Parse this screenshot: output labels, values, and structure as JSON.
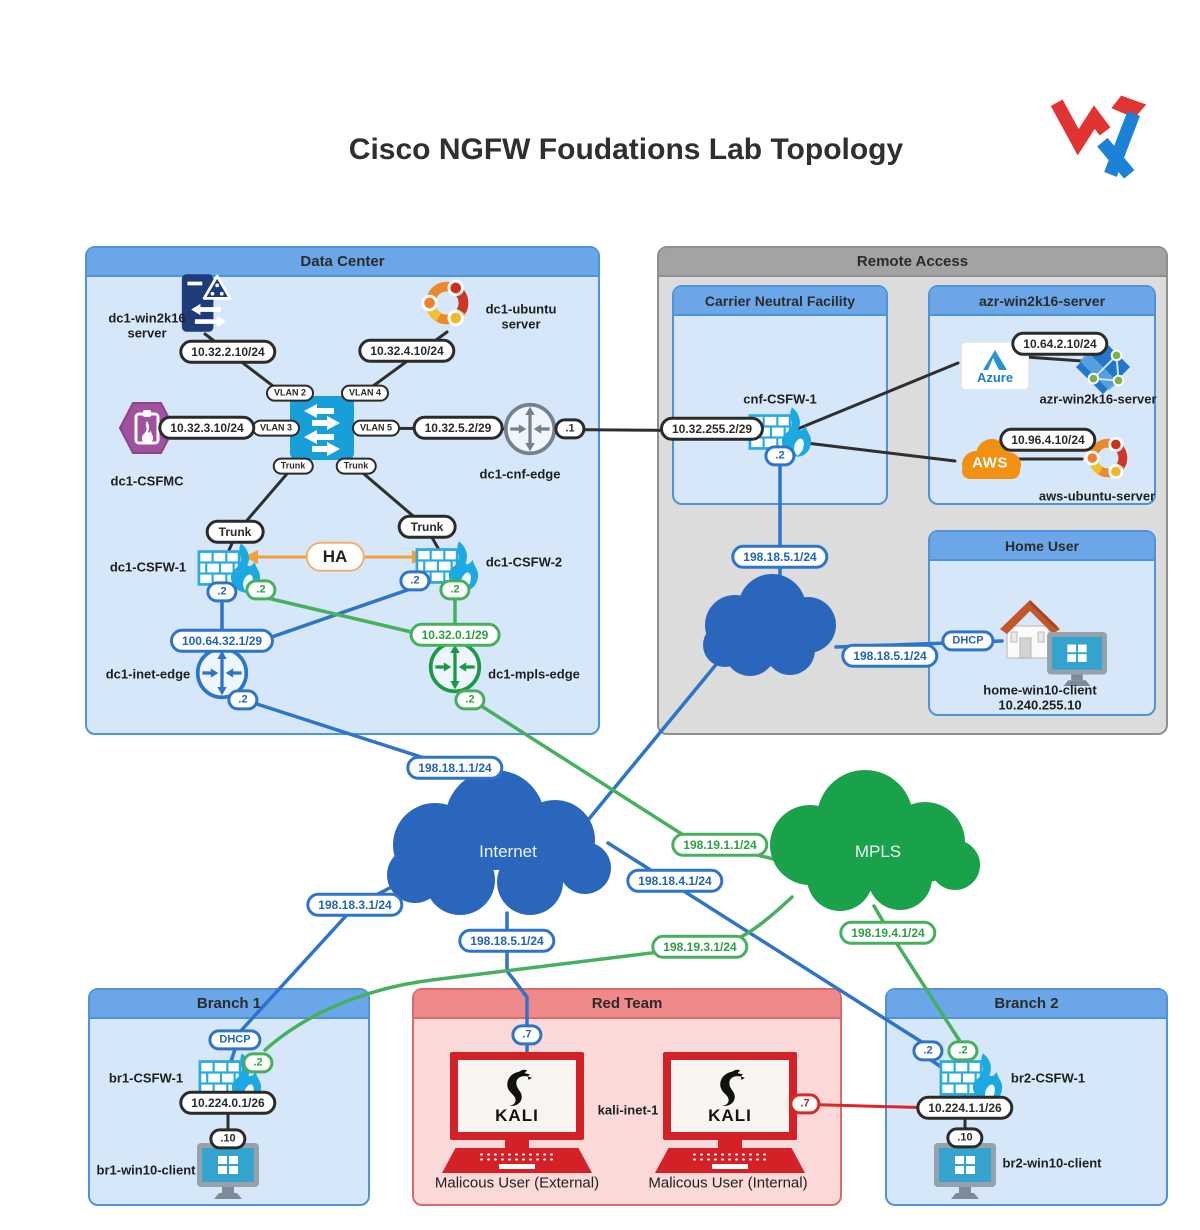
{
  "title": "Cisco NGFW Foudations Lab Topology",
  "badges": {
    "dot1": ".1",
    "dot2": ".2",
    "dot7": ".7",
    "dot10": ".10",
    "dhcp": "DHCP",
    "trunk": "Trunk",
    "ha": "HA"
  },
  "dc": {
    "title": "Data Center",
    "win2k16": {
      "name1": "dc1-win2k16",
      "name2": "server",
      "ip": "10.32.2.10/24",
      "vlan": "VLAN 2"
    },
    "ubuntu": {
      "name1": "dc1-ubuntu",
      "name2": "server",
      "ip": "10.32.4.10/24",
      "vlan": "VLAN 4"
    },
    "csfmc": {
      "name": "dc1-CSFMC",
      "ip": "10.32.3.10/24",
      "vlan": "VLAN 3"
    },
    "cnf_edge": {
      "name": "dc1-cnf-edge",
      "vlan": "VLAN 5",
      "ip": "10.32.5.2/29"
    },
    "csfw1": {
      "name": "dc1-CSFW-1"
    },
    "csfw2": {
      "name": "dc1-CSFW-2"
    },
    "inet_edge": {
      "name": "dc1-inet-edge",
      "subnet": "100.64.32.1/29"
    },
    "mpls_edge": {
      "name": "dc1-mpls-edge",
      "subnet": "10.32.0.1/29"
    }
  },
  "ra": {
    "title": "Remote Access",
    "cnf": {
      "title": "Carrier Neutral Facility",
      "name": "cnf-CSFW-1",
      "wan_ip": "10.32.255.2/29",
      "uplink": "198.18.5.1/24",
      "homelink": "198.18.5.1/24"
    },
    "azr": {
      "title": "azr-win2k16-server",
      "azure": "Azure",
      "vm_ip": "10.64.2.10/24",
      "vm_name": "azr-win2k16-server",
      "aws": "AWS",
      "aws_ip": "10.96.4.10/24",
      "aws_name": "aws-ubuntu-server"
    },
    "home": {
      "title": "Home User",
      "name": "home-win10-client",
      "ip": "10.240.255.10"
    }
  },
  "wan": {
    "internet": "Internet",
    "mpls": "MPLS",
    "inet_dc": "198.18.1.1/24",
    "inet_br1": "198.18.3.1/24",
    "inet_rt": "198.18.5.1/24",
    "inet_br2": "198.18.4.1/24",
    "mpls_dc": "198.19.1.1/24",
    "mpls_br1": "198.19.3.1/24",
    "mpls_br2": "198.19.4.1/24"
  },
  "br1": {
    "title": "Branch 1",
    "name": "br1-CSFW-1",
    "subnet": "10.224.0.1/26",
    "client": "br1-win10-client"
  },
  "rt": {
    "title": "Red Team",
    "kali": "KALI",
    "host": "kali-inet-1",
    "ext": "Malicous User (External)",
    "int": "Malicous User (Internal)"
  },
  "br2": {
    "title": "Branch 2",
    "name": "br2-CSFW-1",
    "subnet": "10.224.1.1/26",
    "client": "br2-win10-client"
  },
  "colors": {
    "blue_line": "#2e74c9",
    "green_line": "#46b05e",
    "black_line": "#2f2f2f",
    "red_line": "#dd2727",
    "internet_cloud": "#2b66bd",
    "mpls_cloud": "#19a24a",
    "ha_orange": "#f59f3b",
    "section_header_blue": "#6ba7e8",
    "section_body_blue": "#d6e7f9",
    "ra_header": "#a3a3a3",
    "ra_body": "#dcdcdc",
    "rt_header": "#f08a8a",
    "rt_body": "#fbd9d9"
  }
}
